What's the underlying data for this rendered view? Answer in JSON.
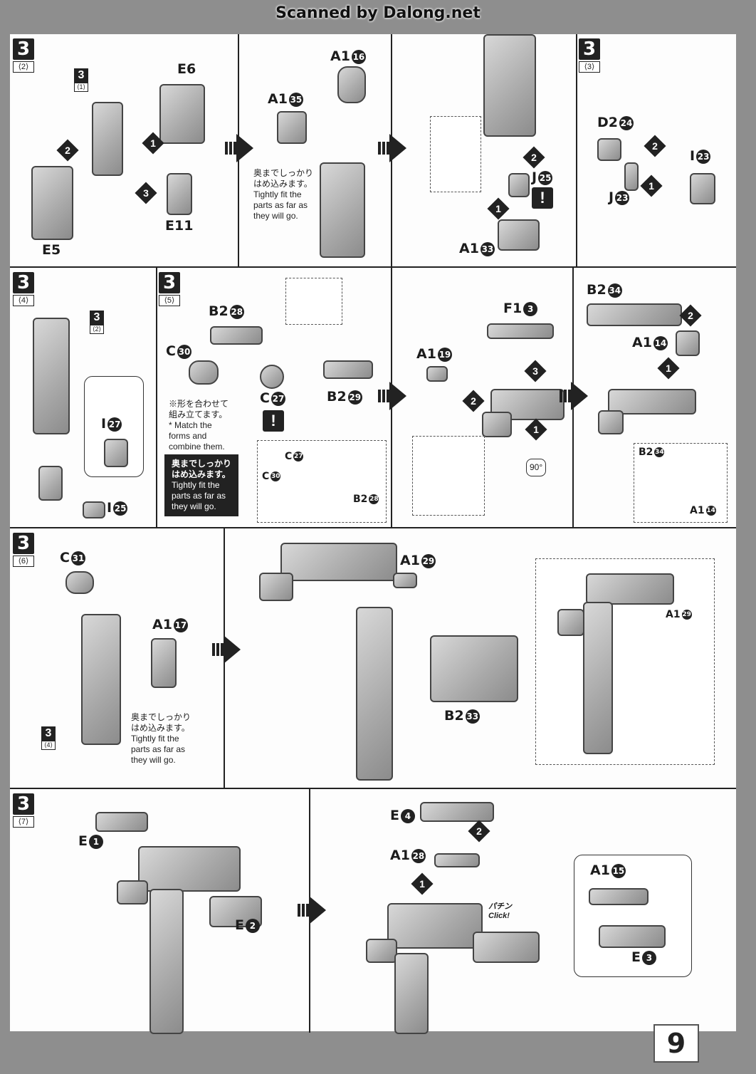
{
  "watermark": "Scanned by Dalong.net",
  "page_number": "9",
  "sections": {
    "s2": {
      "step": "3",
      "sub": "⟨2⟩",
      "ref": {
        "num": "3",
        "sub": "⟨1⟩"
      },
      "parts": {
        "e6": "E6",
        "e5": "E5",
        "e11": "E11",
        "a16": "A1",
        "a35": "A1",
        "j25": "J",
        "a33": "A1"
      },
      "circled": {
        "e6": "6",
        "e5": "5",
        "e11": "11",
        "a16": "16",
        "a35": "35",
        "j25": "25",
        "a33": "33"
      },
      "note_jp": "奥までしっかり\nはめ込みます。",
      "note_en": "Tightly fit the\nparts as far as\nthey will go."
    },
    "s3": {
      "step": "3",
      "sub": "⟨3⟩",
      "parts": {
        "d2": "D2",
        "i23": "I",
        "j23": "J"
      },
      "circled": {
        "d2": "24",
        "i23": "23",
        "j23": "23"
      }
    },
    "s4": {
      "step": "3",
      "sub": "⟨4⟩",
      "ref": {
        "num": "3",
        "sub": "⟨2⟩"
      },
      "parts": {
        "i27": "I",
        "i25": "I"
      },
      "circled": {
        "i27": "27",
        "i25": "25"
      }
    },
    "s5": {
      "step": "3",
      "sub": "⟨5⟩",
      "parts": {
        "b228": "B2",
        "c30": "C",
        "c27": "C",
        "b229": "B2",
        "f13": "F1",
        "a119": "A1",
        "b234": "B2",
        "a114": "A1",
        "ic27": "C",
        "ic30": "C",
        "ib228": "B2",
        "ib234": "B2",
        "ia114": "A1"
      },
      "circled": {
        "b228": "28",
        "c30": "30",
        "c27": "27",
        "b229": "29",
        "f13": "3",
        "a119": "19",
        "b234": "34",
        "a114": "14",
        "ic27": "27",
        "ic30": "30",
        "ib228": "28",
        "ib234": "34",
        "ia114": "14"
      },
      "note_jp": "※形を合わせて\n組み立てます。",
      "note_en": "* Match the\nforms and\ncombine them.",
      "dark_jp": "奥までしっかり\nはめ込みます。",
      "dark_en": "Tightly fit the\nparts as far as\nthey will go.",
      "rotate": "90°"
    },
    "s6": {
      "step": "3",
      "sub": "⟨6⟩",
      "ref": {
        "num": "3",
        "sub": "⟨4⟩"
      },
      "parts": {
        "c31": "C",
        "a117": "A1",
        "a129": "A1",
        "b233": "B2",
        "ia129": "A1"
      },
      "circled": {
        "c31": "31",
        "a117": "17",
        "a129": "29",
        "b233": "33",
        "ia129": "29"
      },
      "note_jp": "奥までしっかり\nはめ込みます。",
      "note_en": "Tightly fit the\nparts as far as\nthey will go."
    },
    "s7": {
      "step": "3",
      "sub": "⟨7⟩",
      "parts": {
        "e1": "E",
        "e2": "E",
        "e4": "E",
        "a128": "A1",
        "a115": "A1",
        "e3": "E"
      },
      "circled": {
        "e1": "1",
        "e2": "2",
        "e4": "4",
        "a128": "28",
        "a115": "15",
        "e3": "3"
      },
      "click_jp": "パチン",
      "click_en": "Click!"
    }
  },
  "order_marks": [
    "1",
    "2",
    "3"
  ]
}
